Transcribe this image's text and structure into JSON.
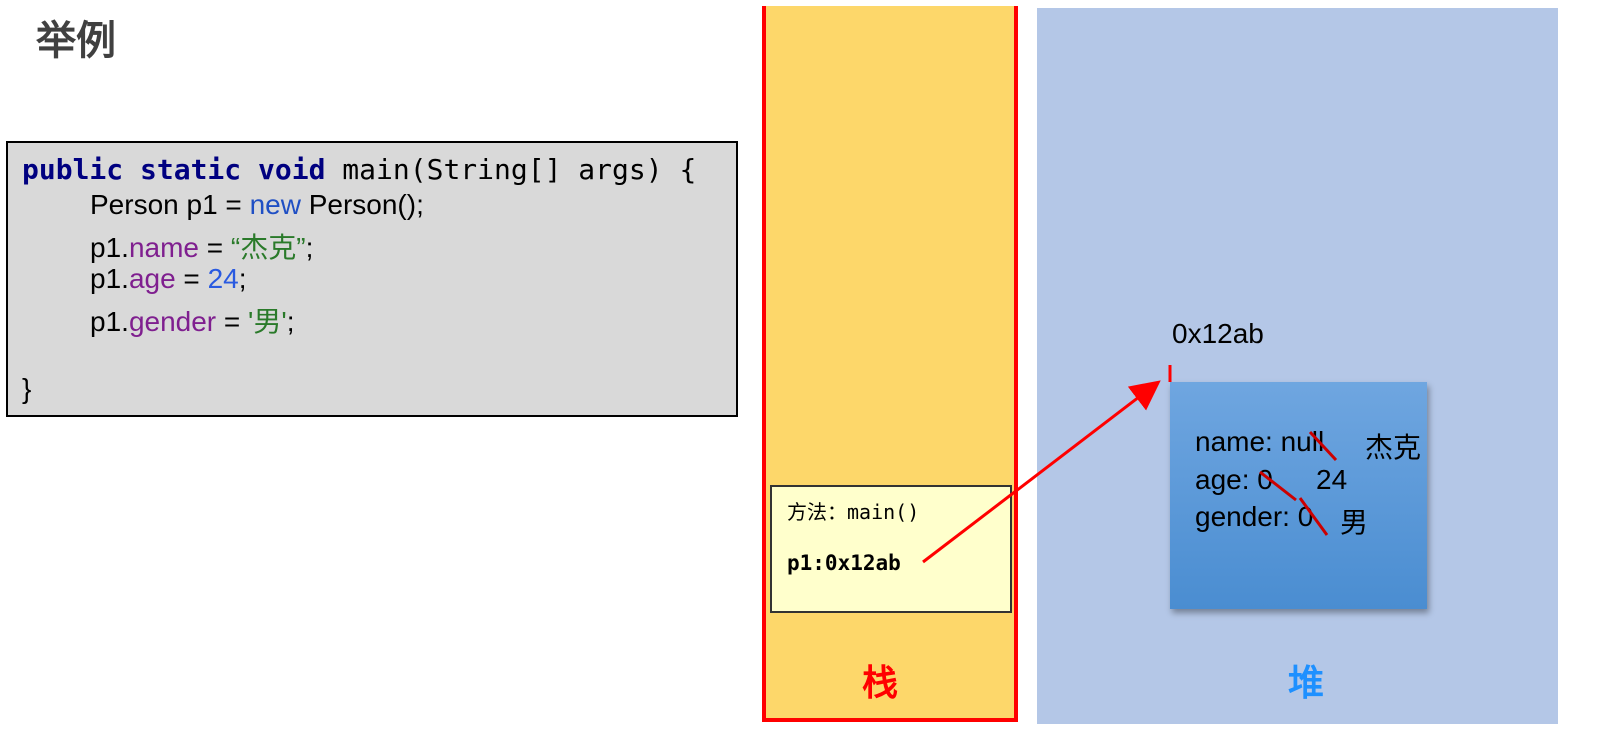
{
  "title": "举例",
  "code": {
    "l1_kw": "public static void",
    "l1_rest": " main(String[] args) {",
    "l2_a": "Person p1 = ",
    "l2_new": "new",
    "l2_b": " Person();",
    "l3_a": "p1.",
    "l3_field": "name",
    "l3_eq": " = ",
    "l3_str": "“杰克”",
    "l3_end": ";",
    "l4_a": "p1.",
    "l4_field": "age",
    "l4_eq": " = ",
    "l4_num": "24",
    "l4_end": ";",
    "l5_a": "p1.",
    "l5_field": "gender",
    "l5_eq": " = ",
    "l5_str": "'男'",
    "l5_end": ";",
    "l6": "}"
  },
  "stack": {
    "frame_title": "方法：main()",
    "frame_var": "p1:0x12ab",
    "label": "栈"
  },
  "heap": {
    "address": "0x12ab",
    "label": "堆",
    "fields": [
      {
        "text": "name: null",
        "new_value": "杰克"
      },
      {
        "text": "age: 0",
        "new_value": "24"
      },
      {
        "text": "gender: 0",
        "new_value": "男"
      }
    ]
  },
  "colors": {
    "stack_bg": "#fdd76a",
    "stack_border": "#ff0000",
    "heap_bg": "#b4c7e7",
    "object_fill": "#5b9bd5",
    "arrow": "#ff0000"
  }
}
